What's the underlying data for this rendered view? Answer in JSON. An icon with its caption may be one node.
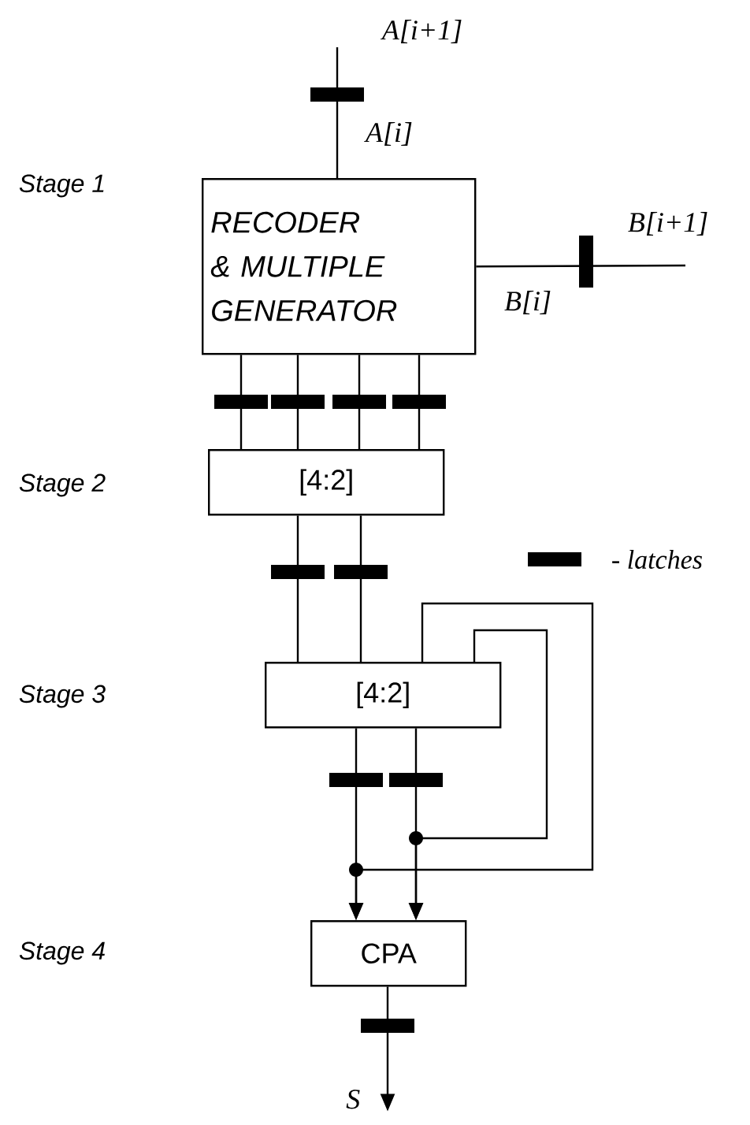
{
  "diagram": {
    "nodes": [
      {
        "text": [
          "RECODER & MULTIPLE GENERATOR"
        ]
      },
      {
        "text": [
          "[4:2]"
        ]
      },
      {
        "text": [
          "[4:2]"
        ]
      },
      {
        "text": [
          "CPA"
        ]
      },
      {
        "text": [
          "S"
        ]
      }
    ],
    "edges": [
      {
        "from": null,
        "to": 0,
        "arrow": "none"
      },
      {
        "from": null,
        "to": 0,
        "arrow": "none"
      },
      {
        "from": 0,
        "to": 1,
        "arrow": "none"
      },
      {
        "from": 0,
        "to": 1,
        "arrow": "none"
      },
      {
        "from": 0,
        "to": 1,
        "arrow": "none"
      },
      {
        "from": 0,
        "to": 1,
        "arrow": "none"
      },
      {
        "from": 1,
        "to": 2,
        "arrow": "none"
      },
      {
        "from": 1,
        "to": 2,
        "arrow": "none"
      },
      {
        "from": 2,
        "to": 3,
        "arrow": "to"
      },
      {
        "from": 2,
        "to": 3,
        "arrow": "to"
      },
      {
        "from": 2,
        "to": 3,
        "arrow": "to"
      },
      {
        "from": 2,
        "to": 3,
        "arrow": "to"
      },
      {
        "from": 3,
        "to": 4,
        "arrow": "to"
      }
    ],
    "labels": [
      "A[i+1]",
      "A[i]",
      "Stage 1",
      "B[i+1]",
      "B[i]",
      "Stage 2",
      "Stage 3",
      "Stage 4"
    ],
    "legend": [
      {
        "text": "- latches"
      }
    ]
  }
}
